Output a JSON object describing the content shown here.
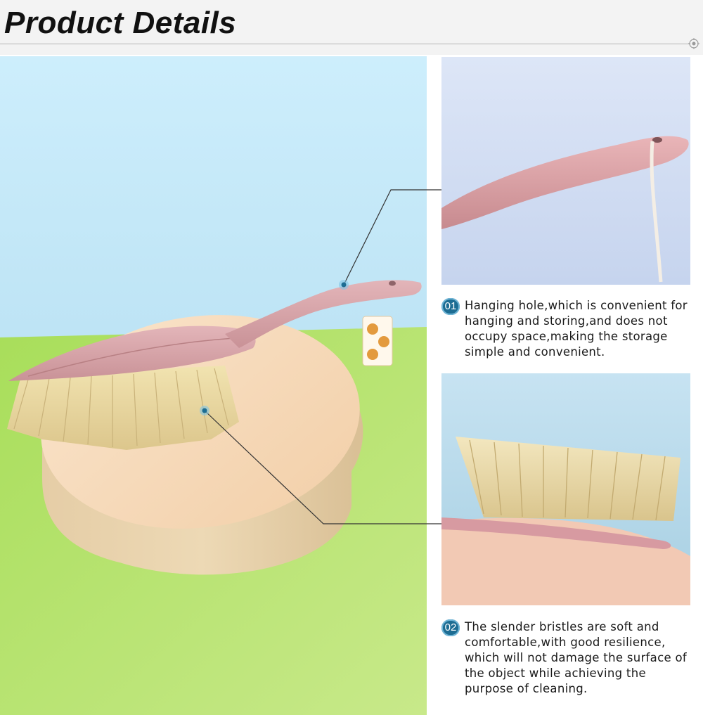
{
  "header": {
    "title": "Product Details"
  },
  "callouts": [
    {
      "number": "01",
      "text": "Hanging hole,which is convenient for hanging and storing,and does not occupy space,making the storage simple and convenient."
    },
    {
      "number": "02",
      "text": "The slender bristles are soft and comfortable,with good resilience, which will not damage the surface of the object while achieving the purpose of cleaning."
    }
  ],
  "colors": {
    "brush_pink": "#d6a3a8",
    "bristle": "#e8d7a2",
    "badge_blue": "#1d6d93",
    "sky_blue": "#c4e6f5",
    "grass_green": "#b2df68",
    "pedestal": "#f5dcbc"
  }
}
